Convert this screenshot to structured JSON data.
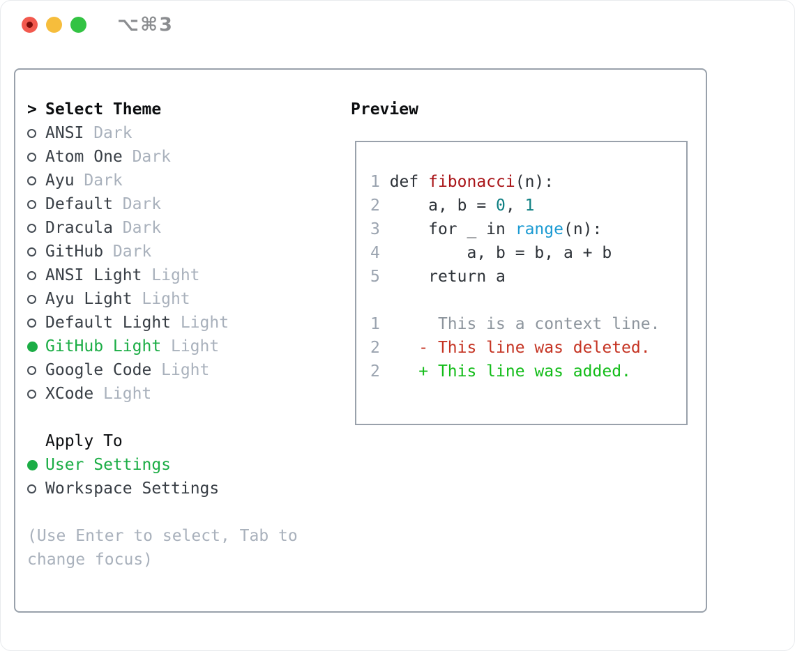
{
  "window": {
    "shortcut": "⌥⌘3",
    "traffic_lights": {
      "close": "#f2594e",
      "minimize": "#f6bd3c",
      "zoom": "#33c343"
    }
  },
  "colors": {
    "panel_border": "#99a1ab",
    "selection_green": "#1bad45",
    "added_green": "#12bc18",
    "deleted_red": "#c53322",
    "function_red": "#a91418",
    "builtin_blue": "#1b9ad2",
    "number_teal": "#0e7f82",
    "muted_gray": "#a9b1bc",
    "line_number_gray": "#9aa3af",
    "text_dark": "#383e45",
    "heading_black": "#0c0e10"
  },
  "sidebar": {
    "prompt": ">",
    "title": "Select Theme",
    "themes": [
      {
        "name": "ANSI",
        "variant": "Dark",
        "selected": false
      },
      {
        "name": "Atom One",
        "variant": "Dark",
        "selected": false
      },
      {
        "name": "Ayu",
        "variant": "Dark",
        "selected": false
      },
      {
        "name": "Default",
        "variant": "Dark",
        "selected": false
      },
      {
        "name": "Dracula",
        "variant": "Dark",
        "selected": false
      },
      {
        "name": "GitHub",
        "variant": "Dark",
        "selected": false
      },
      {
        "name": "ANSI Light",
        "variant": "Light",
        "selected": false
      },
      {
        "name": "Ayu Light",
        "variant": "Light",
        "selected": false
      },
      {
        "name": "Default Light",
        "variant": "Light",
        "selected": false
      },
      {
        "name": "GitHub Light",
        "variant": "Light",
        "selected": true
      },
      {
        "name": "Google Code",
        "variant": "Light",
        "selected": false
      },
      {
        "name": "XCode",
        "variant": "Light",
        "selected": false
      }
    ],
    "apply_to": {
      "title": "Apply To",
      "options": [
        {
          "label": "User Settings",
          "selected": true
        },
        {
          "label": "Workspace Settings",
          "selected": false
        }
      ]
    },
    "hint": "(Use Enter to select, Tab to change focus)"
  },
  "preview": {
    "title": "Preview",
    "lines": [
      [
        {
          "t": "1 ",
          "c": "ln"
        },
        {
          "t": "def ",
          "c": "d"
        },
        {
          "t": "fibonacci",
          "c": "fn"
        },
        {
          "t": "(n):",
          "c": "d"
        }
      ],
      [
        {
          "t": "2 ",
          "c": "ln"
        },
        {
          "t": "    a, b = ",
          "c": "d"
        },
        {
          "t": "0",
          "c": "num"
        },
        {
          "t": ", ",
          "c": "d"
        },
        {
          "t": "1",
          "c": "num"
        }
      ],
      [
        {
          "t": "3 ",
          "c": "ln"
        },
        {
          "t": "    for _ in ",
          "c": "d"
        },
        {
          "t": "range",
          "c": "bi"
        },
        {
          "t": "(n):",
          "c": "d"
        }
      ],
      [
        {
          "t": "4 ",
          "c": "ln"
        },
        {
          "t": "        a, b = b, a + b",
          "c": "d"
        }
      ],
      [
        {
          "t": "5 ",
          "c": "ln"
        },
        {
          "t": "    return a",
          "c": "d"
        }
      ],
      [],
      [
        {
          "t": "1 ",
          "c": "ln"
        },
        {
          "t": "     This is a context line.",
          "c": "ctx"
        }
      ],
      [
        {
          "t": "2 ",
          "c": "ln"
        },
        {
          "t": "   - This line was deleted.",
          "c": "del"
        }
      ],
      [
        {
          "t": "2 ",
          "c": "ln"
        },
        {
          "t": "   + This line was added.",
          "c": "add"
        }
      ]
    ]
  }
}
